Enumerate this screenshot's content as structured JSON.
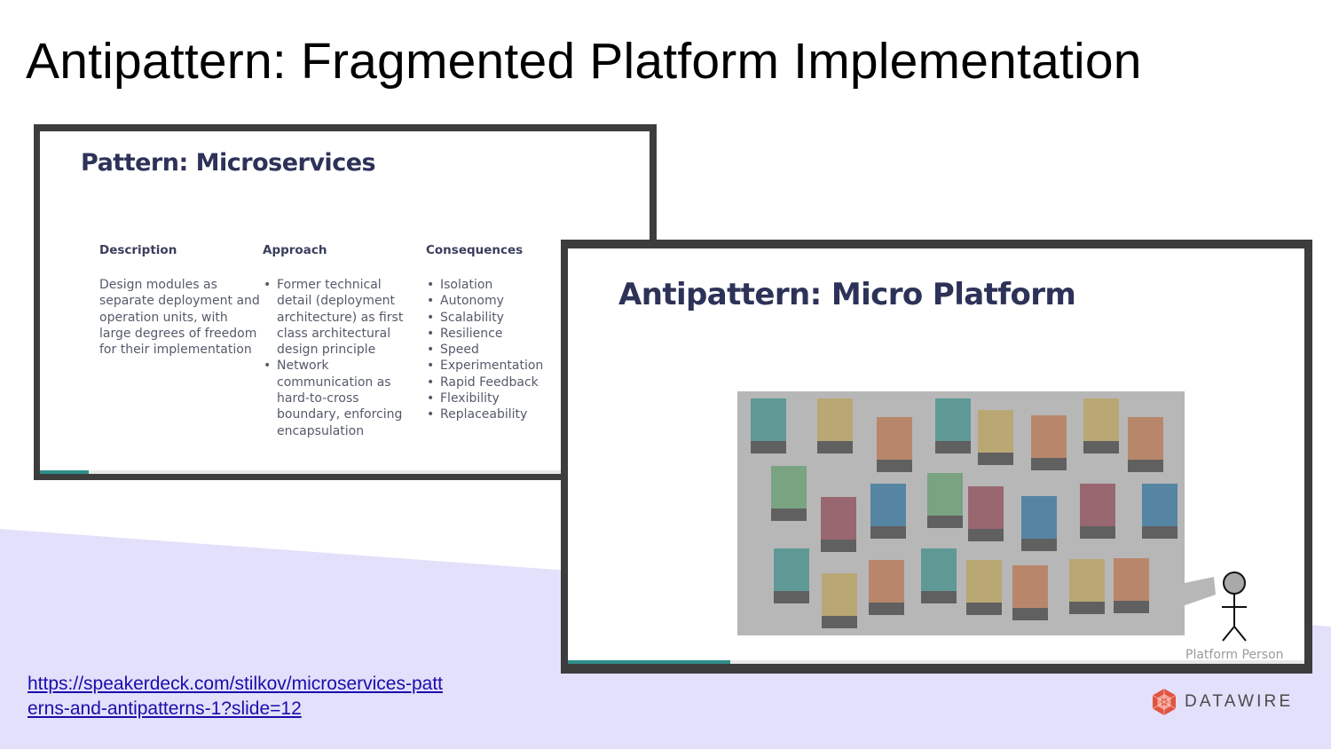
{
  "slide": {
    "title": "Antipattern: Fragmented Platform Implementation"
  },
  "screenshot_1": {
    "title": "Pattern: Microservices",
    "columns": {
      "description": {
        "heading": "Description",
        "text": "Design modules as separate deployment and operation units, with large degrees of freedom for their implementation"
      },
      "approach": {
        "heading": "Approach",
        "items": [
          "Former technical detail (deployment architecture) as first class architectural design principle",
          "Network communication as hard-to-cross boundary, enforcing encapsulation"
        ]
      },
      "consequences": {
        "heading": "Consequences",
        "items": [
          "Isolation",
          "Autonomy",
          "Scalability",
          "Resilience",
          "Speed",
          "Experimentation",
          "Rapid Feedback",
          "Flexibility",
          "Replaceability"
        ]
      }
    },
    "progress_fraction": 0.08
  },
  "screenshot_2": {
    "title": "Antipattern: Micro Platform",
    "person_label": "Platform Person",
    "service_colors": {
      "teal": "#5e9996",
      "olive": "#b9a774",
      "orange": "#b8876b",
      "green": "#79a381",
      "maroon": "#996770",
      "blue": "#5585a3"
    },
    "progress_fraction": 0.22
  },
  "source": {
    "url": "https://speakerdeck.com/stilkov/microservices-patterns-and-antipatterns-1?slide=12"
  },
  "brand": {
    "name": "DATAWIRE",
    "logo_icon": "datawire-hexagon-logo-icon",
    "logo_color": "#e0533f"
  },
  "colors": {
    "background_wedge": "#e3e0fb",
    "title_navy": "#2d3258",
    "link": "#1a0dab"
  }
}
